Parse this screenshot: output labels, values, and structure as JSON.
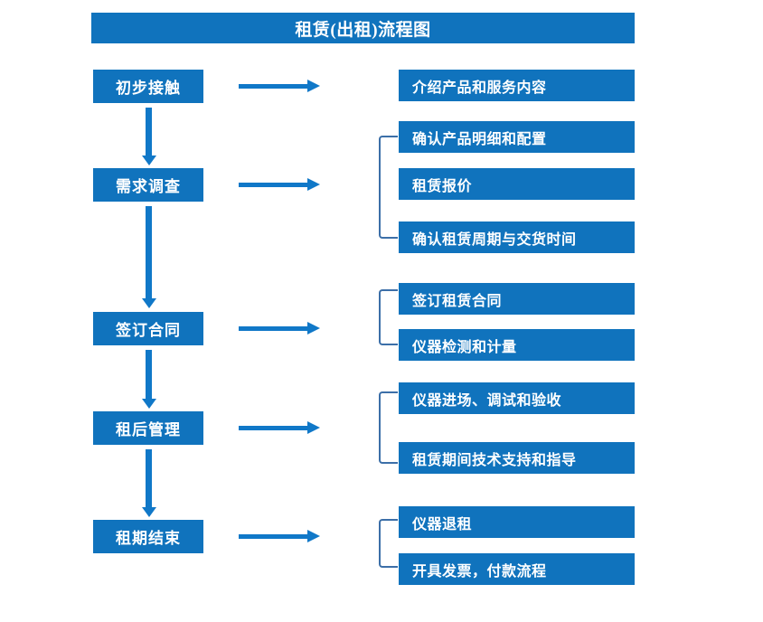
{
  "title": "租赁(出租)流程图",
  "theme": {
    "box_fill": "#1073bd",
    "box_text": "#ffffff",
    "arrow": "#1078c8",
    "bracket": "#3c6fa8",
    "background": "#ffffff"
  },
  "stages": [
    {
      "label": "初步接触"
    },
    {
      "label": "需求调查"
    },
    {
      "label": "签订合同"
    },
    {
      "label": "租后管理"
    },
    {
      "label": "租期结束"
    }
  ],
  "details": [
    {
      "label": "介绍产品和服务内容"
    },
    {
      "label": "确认产品明细和配置"
    },
    {
      "label": "租赁报价"
    },
    {
      "label": "确认租赁周期与交货时间"
    },
    {
      "label": "签订租赁合同"
    },
    {
      "label": "仪器检测和计量"
    },
    {
      "label": "仪器进场、调试和验收"
    },
    {
      "label": "租赁期间技术支持和指导"
    },
    {
      "label": "仪器退租"
    },
    {
      "label": "开具发票，付款流程"
    }
  ],
  "connectors": {
    "stage_to_detail_arrows": 5,
    "stage_flow_arrows": 4,
    "brackets": 4
  }
}
